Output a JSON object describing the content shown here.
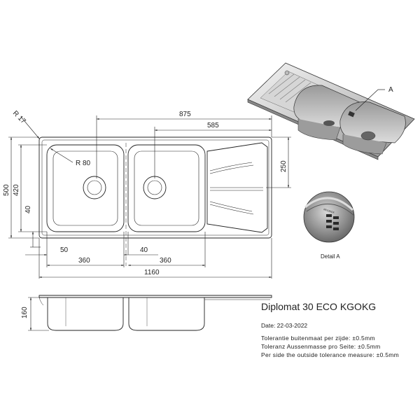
{
  "product": {
    "title": "Diplomat 30 ECO KGOKG",
    "date": "Date: 22-03-2022",
    "tolerances": [
      "Tolerantie buitenmaat per zijde: ±0.5mm",
      "Toleranz Aussenmasse pro Seite: ±0.5mm",
      "Per side the outside tolerance measure: ±0.5mm"
    ]
  },
  "dimensions": {
    "corner_radius": "R 17",
    "bowl_radius": "R 80",
    "d875": "875",
    "d585": "585",
    "d500": "500",
    "d420": "420",
    "d40_left": "40",
    "d250": "250",
    "d50": "50",
    "d40_mid": "40",
    "d360_left": "360",
    "d360_right": "360",
    "d1160": "1160",
    "d160": "160"
  },
  "detail": {
    "marker": "A",
    "label": "Detail A"
  },
  "colors": {
    "line": "#222222",
    "steel_light": "#e8e8e8",
    "steel_mid": "#b8b8b8",
    "steel_dark": "#7a7a7a"
  }
}
